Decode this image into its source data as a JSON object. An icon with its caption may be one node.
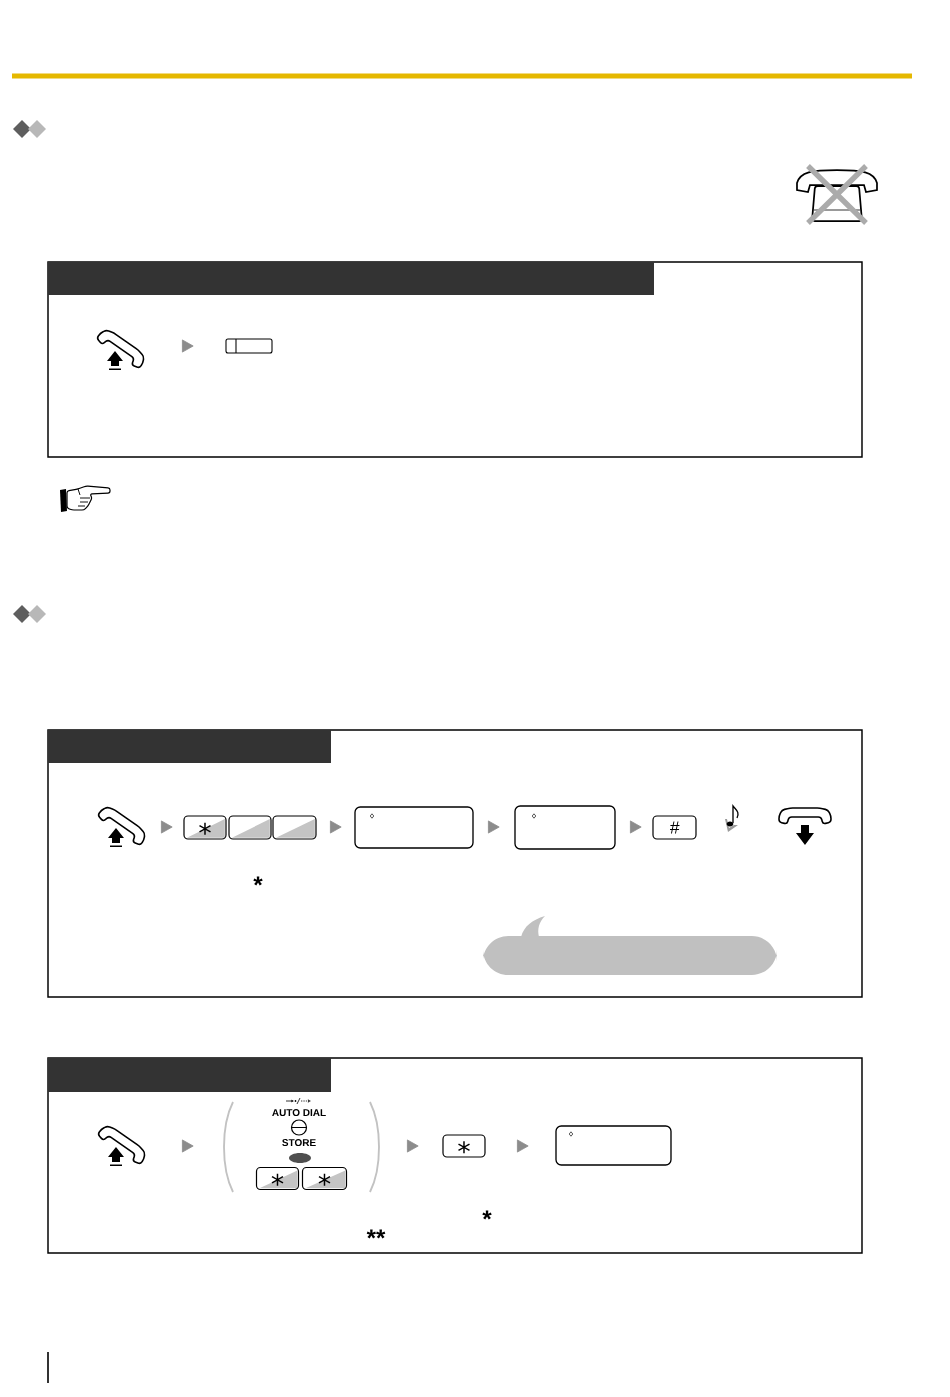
{
  "diagram": {
    "nodes": [
      {
        "text": [],
        "shape": "picture"
      },
      {
        "text": [],
        "shape": "box"
      },
      {
        "text": [],
        "shape": "picture"
      },
      {
        "text": [
          "*"
        ]
      },
      {
        "text": [],
        "shape": "box"
      },
      {
        "text": [],
        "shape": "box"
      },
      {
        "text": [],
        "shape": "box"
      },
      {
        "text": [],
        "shape": "box"
      },
      {
        "text": [
          "#"
        ]
      },
      {
        "text": [],
        "shape": "picture"
      },
      {
        "text": [],
        "shape": "picture"
      },
      {
        "text": [
          "AUTO DIAL",
          "STORE"
        ]
      },
      {
        "text": [
          "*"
        ],
        "in": 11
      },
      {
        "text": [
          "*"
        ],
        "in": 11
      },
      {
        "text": [
          "*"
        ]
      },
      {
        "text": [],
        "shape": "box"
      }
    ],
    "edges": [
      {
        "from": 0,
        "to": 1,
        "arrow": "to"
      },
      {
        "from": 2,
        "to": 3,
        "arrow": "to"
      },
      {
        "from": 5,
        "to": 6,
        "arrow": "to"
      },
      {
        "from": 6,
        "to": 7,
        "arrow": "to"
      },
      {
        "from": 7,
        "to": 8,
        "arrow": "to"
      },
      {
        "from": 10,
        "to": 11,
        "arrow": "to"
      },
      {
        "from": 11,
        "to": 14,
        "arrow": "to"
      },
      {
        "from": 14,
        "to": 15,
        "arrow": "to"
      }
    ],
    "labels": [
      "*",
      "*",
      "**"
    ]
  }
}
